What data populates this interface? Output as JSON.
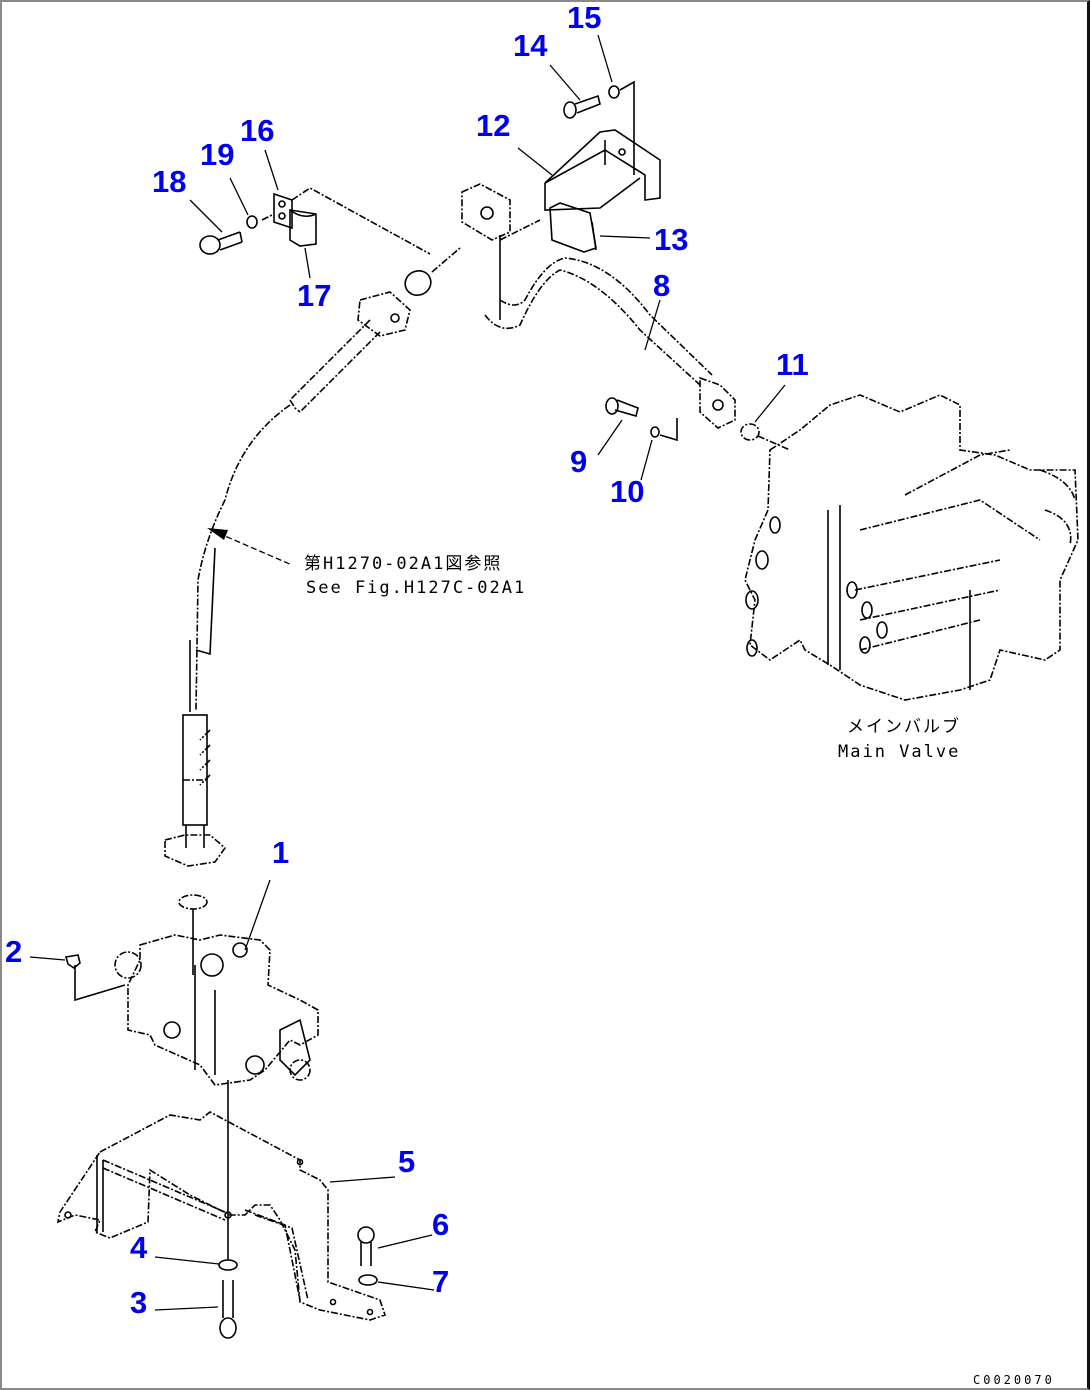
{
  "diagram": {
    "type": "exploded parts diagram",
    "callouts": [
      {
        "id": "1",
        "part": "valve-block"
      },
      {
        "id": "2",
        "part": "plug"
      },
      {
        "id": "3",
        "part": "bolt"
      },
      {
        "id": "4",
        "part": "washer"
      },
      {
        "id": "5",
        "part": "bracket"
      },
      {
        "id": "6",
        "part": "bolt"
      },
      {
        "id": "7",
        "part": "washer"
      },
      {
        "id": "8",
        "part": "tube"
      },
      {
        "id": "9",
        "part": "bolt"
      },
      {
        "id": "10",
        "part": "washer"
      },
      {
        "id": "11",
        "part": "o-ring"
      },
      {
        "id": "12",
        "part": "bracket"
      },
      {
        "id": "13",
        "part": "clamp"
      },
      {
        "id": "14",
        "part": "bolt"
      },
      {
        "id": "15",
        "part": "washer"
      },
      {
        "id": "16",
        "part": "clamp"
      },
      {
        "id": "17",
        "part": "clamp-bushing"
      },
      {
        "id": "18",
        "part": "bolt"
      },
      {
        "id": "19",
        "part": "washer"
      }
    ],
    "reference_note": {
      "line_jp": "第H1270-02A1図参照",
      "line_en": "See Fig.H127C-02A1"
    },
    "main_valve_label": {
      "line_jp": "メインバルブ",
      "line_en": "Main Valve"
    },
    "drawing_code": "C0020070"
  }
}
